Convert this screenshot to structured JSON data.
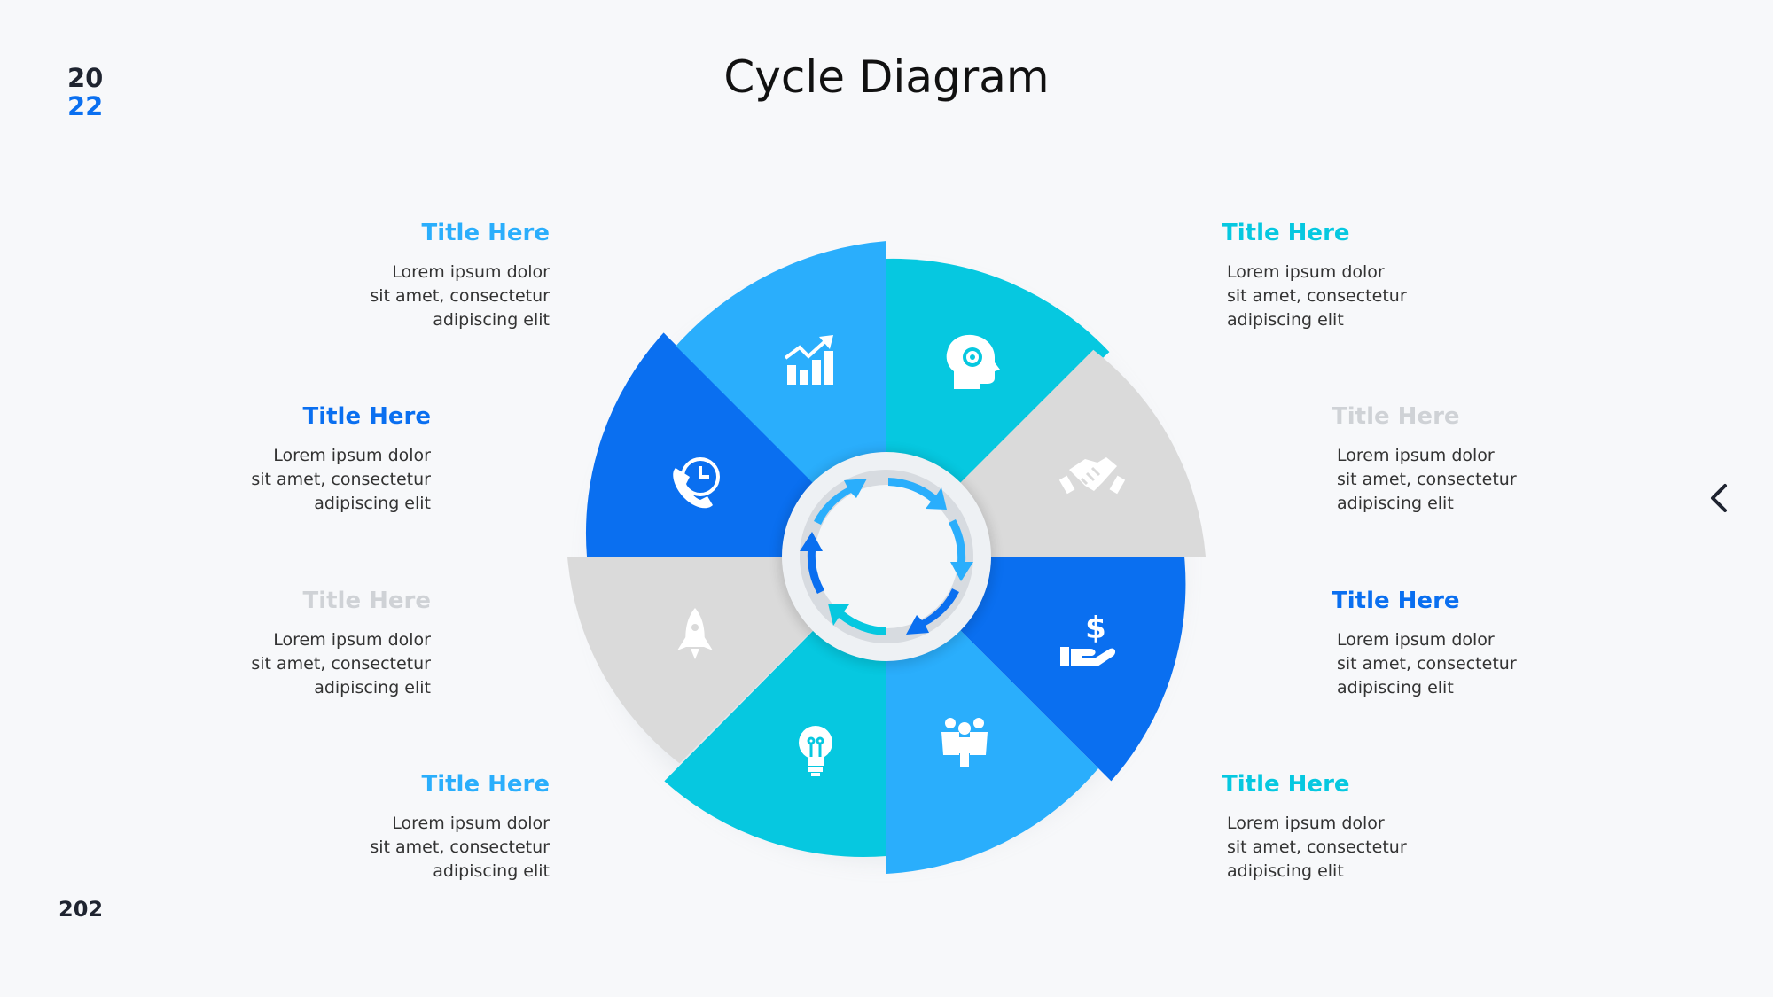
{
  "slide": {
    "year_top": "20",
    "year_bottom": "22",
    "title": "Cycle Diagram",
    "page_number": "202"
  },
  "colors": {
    "cyan": "#06c8e0",
    "sky": "#2aaefc",
    "blue": "#0a6ff0",
    "gray": "#dadada",
    "gray_title": "#cfd2d6"
  },
  "segments": [
    {
      "icon": "brain-gear-icon",
      "color": "#06c8e0"
    },
    {
      "icon": "handshake-icon",
      "color": "#dadada"
    },
    {
      "icon": "hand-dollar-icon",
      "color": "#0a6ff0"
    },
    {
      "icon": "team-icon",
      "color": "#2aaefc"
    },
    {
      "icon": "lightbulb-icon",
      "color": "#06c8e0"
    },
    {
      "icon": "rocket-icon",
      "color": "#dadada"
    },
    {
      "icon": "phone-clock-icon",
      "color": "#0a6ff0"
    },
    {
      "icon": "growth-chart-icon",
      "color": "#2aaefc"
    }
  ],
  "items": [
    {
      "title": "Title Here",
      "desc": "Lorem ipsum dolor\nsit amet, consectetur\nadipiscing elit",
      "color": "#2aaefc"
    },
    {
      "title": "Title Here",
      "desc": "Lorem ipsum dolor\nsit amet, consectetur\nadipiscing elit",
      "color": "#0a6ff0"
    },
    {
      "title": "Title Here",
      "desc": "Lorem ipsum dolor\nsit amet, consectetur\nadipiscing elit",
      "color": "#cfd2d6"
    },
    {
      "title": "Title Here",
      "desc": "Lorem ipsum dolor\nsit amet, consectetur\nadipiscing elit",
      "color": "#2aaefc"
    },
    {
      "title": "Title Here",
      "desc": "Lorem ipsum dolor\nsit amet, consectetur\nadipiscing elit",
      "color": "#06c8e0"
    },
    {
      "title": "Title Here",
      "desc": "Lorem ipsum dolor\nsit amet, consectetur\nadipiscing elit",
      "color": "#cfd2d6"
    },
    {
      "title": "Title Here",
      "desc": "Lorem ipsum dolor\nsit amet, consectetur\nadipiscing elit",
      "color": "#0a6ff0"
    },
    {
      "title": "Title Here",
      "desc": "Lorem ipsum dolor\nsit amet, consectetur\nadipiscing elit",
      "color": "#06c8e0"
    }
  ]
}
